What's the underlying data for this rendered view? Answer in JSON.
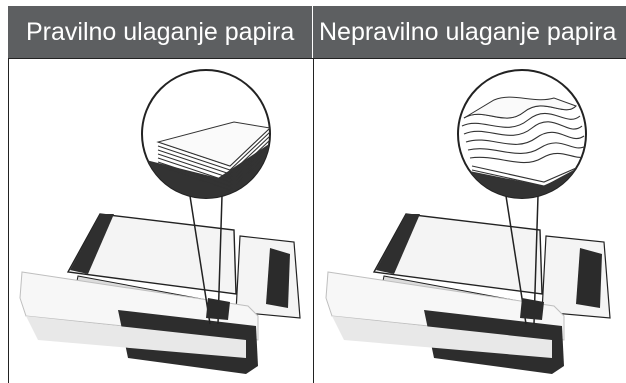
{
  "table": {
    "headers": [
      "Pravilno ulaganje papira",
      "Nepravilno ulaganje papira"
    ]
  },
  "colors": {
    "header_bg": "#5d5f61",
    "header_text": "#ffffff",
    "tray_dark": "#2d2d2d",
    "paper_dark": "#333333"
  },
  "icons": [
    "paper-stack-correct-illustration",
    "paper-stack-incorrect-illustration",
    "paper-tray-icon"
  ]
}
